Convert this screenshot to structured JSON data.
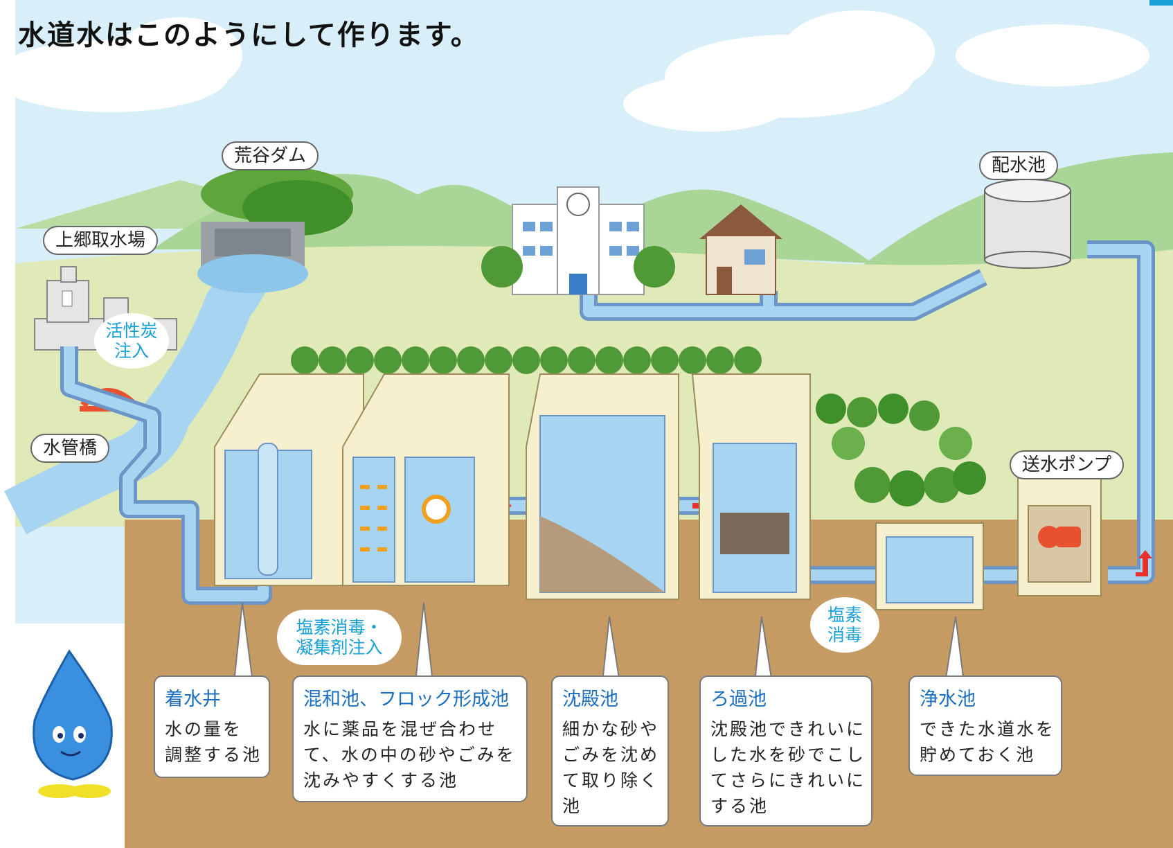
{
  "title": "水道水はこのようにして作ります。",
  "tags": {
    "arakawa_dam": "荒谷ダム",
    "intake": "上郷取水場",
    "bridge": "水管橋",
    "reservoir": "配水池",
    "pump": "送水ポンプ"
  },
  "injections": {
    "carbon": "活性炭\n注入",
    "chlorine_coag": "塩素消毒・\n凝集剤注入",
    "chlorine": "塩素\n消毒"
  },
  "stages": [
    {
      "title": "着水井",
      "desc": "水の量を\n調整する池"
    },
    {
      "title": "混和池、フロック形成池",
      "desc": "水に薬品を混ぜ合わせ\nて、水の中の砂やごみを\n沈みやすくする池"
    },
    {
      "title": "沈殿池",
      "desc": "細かな砂や\nごみを沈め\nて取り除く\n池"
    },
    {
      "title": "ろ過池",
      "desc": "沈殿池できれいに\nした水を砂でこし\nてさらにきれいに\nする池"
    },
    {
      "title": "浄水池",
      "desc": "できた水道水を\n貯めておく池"
    }
  ],
  "colors": {
    "sky": "#d8eef8",
    "mountain": "#a9d596",
    "field": "#dfeab8",
    "soil": "#c59b63",
    "water": "#a7d4f0",
    "pipe": "#a7d4f0",
    "tank_frame": "#f7f0cf",
    "arrow": "#e8312f",
    "accent_text": "#1aa0d8",
    "stage_title": "#1b6fc2"
  },
  "icons": [
    "water-drop-mascot-icon",
    "dam-icon",
    "bridge-icon",
    "building-icon",
    "house-icon",
    "reservoir-tank-icon",
    "pump-icon"
  ]
}
